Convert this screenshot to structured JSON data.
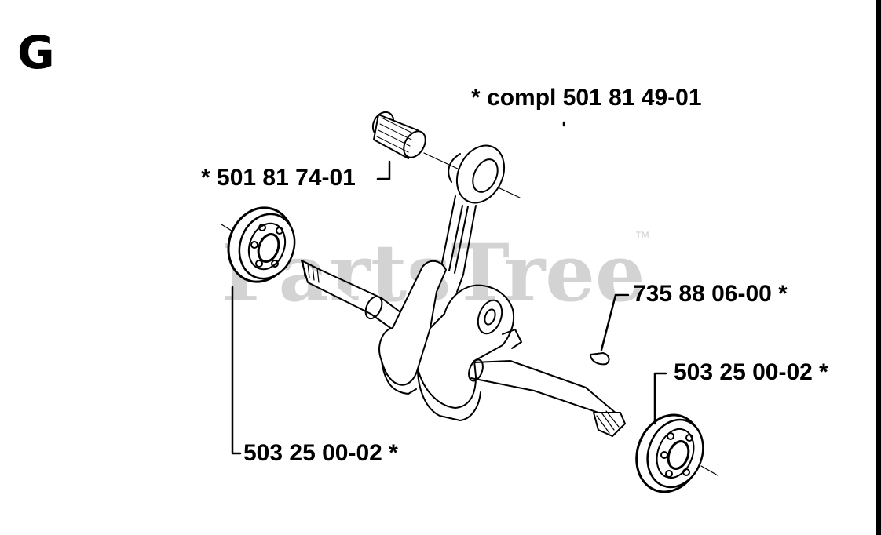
{
  "diagram": {
    "section_letter": "G",
    "watermark": {
      "text": "PartsTree",
      "trademark": "™",
      "color": "#cfcfcf"
    },
    "labels": {
      "connecting_rod_assembly": "*  compl 501 81 49-01",
      "needle_bearing": "*  501 81 74-01",
      "key": "735 88 06-00  *",
      "bearing_right": "503 25 00-02  *",
      "bearing_left": "503 25 00-02  *"
    },
    "colors": {
      "ink": "#000000",
      "paper": "#ffffff"
    }
  }
}
